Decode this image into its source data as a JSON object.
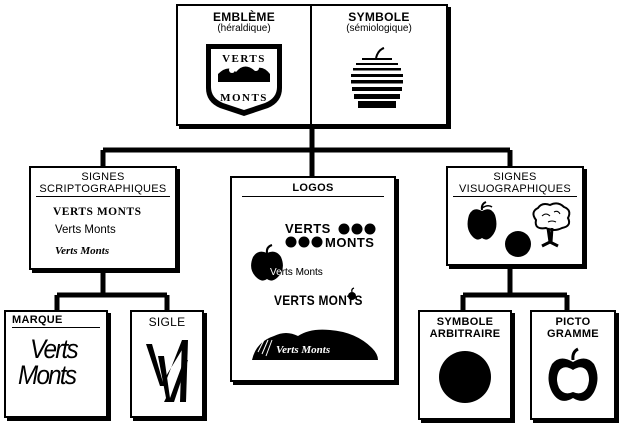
{
  "top": {
    "embleme": {
      "title": "EMBLÈME",
      "subtitle": "(héraldique)",
      "shield_line1": "VERTS",
      "shield_line2": "MONTS"
    },
    "symbole": {
      "title": "SYMBOLE",
      "subtitle": "(sémiologique)"
    }
  },
  "scripto": {
    "title_line1": "SIGNES",
    "title_line2": "SCRIPTOGRAPHIQUES",
    "samples": [
      "VERTS MONTS",
      "Verts Monts",
      "Verts Monts"
    ]
  },
  "logos": {
    "title": "LOGOS",
    "logo1_line1": "VERTS",
    "logo1_line2": "MONTS",
    "logo2_text": "Verts Monts",
    "logo3_text": "VERTS MONTS",
    "logo4_text": "Verts Monts"
  },
  "visuo": {
    "title_line1": "SIGNES",
    "title_line2": "VISUOGRAPHIQUES"
  },
  "marque": {
    "title": "MARQUE",
    "line1": "Verts",
    "line2": "Monts"
  },
  "sigle": {
    "title": "SIGLE"
  },
  "symbole_arbitraire": {
    "title_line1": "SYMBOLE",
    "title_line2": "ARBITRAIRE"
  },
  "picto": {
    "title_line1": "PICTO",
    "title_line2": "GRAMME"
  }
}
